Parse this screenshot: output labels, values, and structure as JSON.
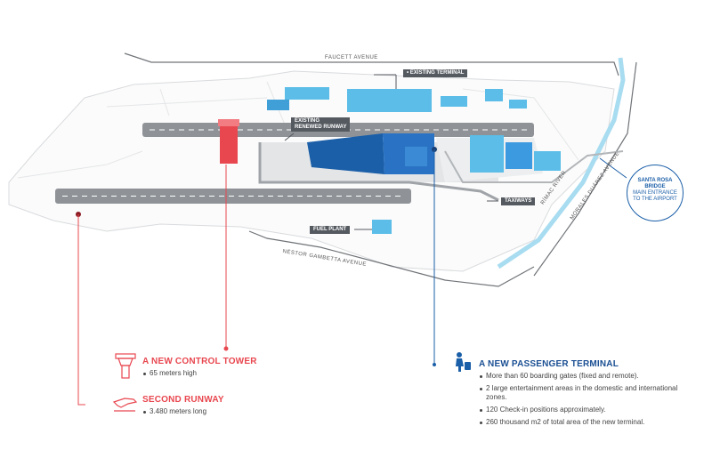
{
  "roads": {
    "faucett": "FAUCETT AVENUE",
    "gambetta": "NÉSTOR GAMBETTA AVENUE",
    "morales": "MORALES DUÁREZ AVENUE",
    "rimac": "RÍMAC RIVER"
  },
  "labels": {
    "existing_terminal": "• EXISTING TERMINAL",
    "renewed_runway_1": "EXISTING",
    "renewed_runway_2": "RENEWED RUNWAY",
    "taxiways": "TAXIWAYS",
    "fuel_plant": "FUEL PLANT"
  },
  "bridge": {
    "title_1": "SANTA ROSA",
    "title_2": "BRIDGE",
    "sub_1": "MAIN ENTRANCE",
    "sub_2": "TO THE AIRPORT"
  },
  "tower": {
    "title": "A NEW CONTROL TOWER",
    "detail": "65 meters high"
  },
  "runway": {
    "title": "SECOND RUNWAY",
    "detail": "3.480 meters long"
  },
  "terminal": {
    "title": "A NEW PASSENGER TERMINAL",
    "items": [
      "More than 60 boarding gates (fixed and remote).",
      "2 large entertainment areas in the domestic and international zones.",
      "120 Check-in positions approximately.",
      "260 thousand m2 of total area of the new terminal."
    ]
  },
  "colors": {
    "red": "#e8474f",
    "blue": "#1b5fa8",
    "building": "#5bbde8",
    "runway": "#8f9397"
  }
}
